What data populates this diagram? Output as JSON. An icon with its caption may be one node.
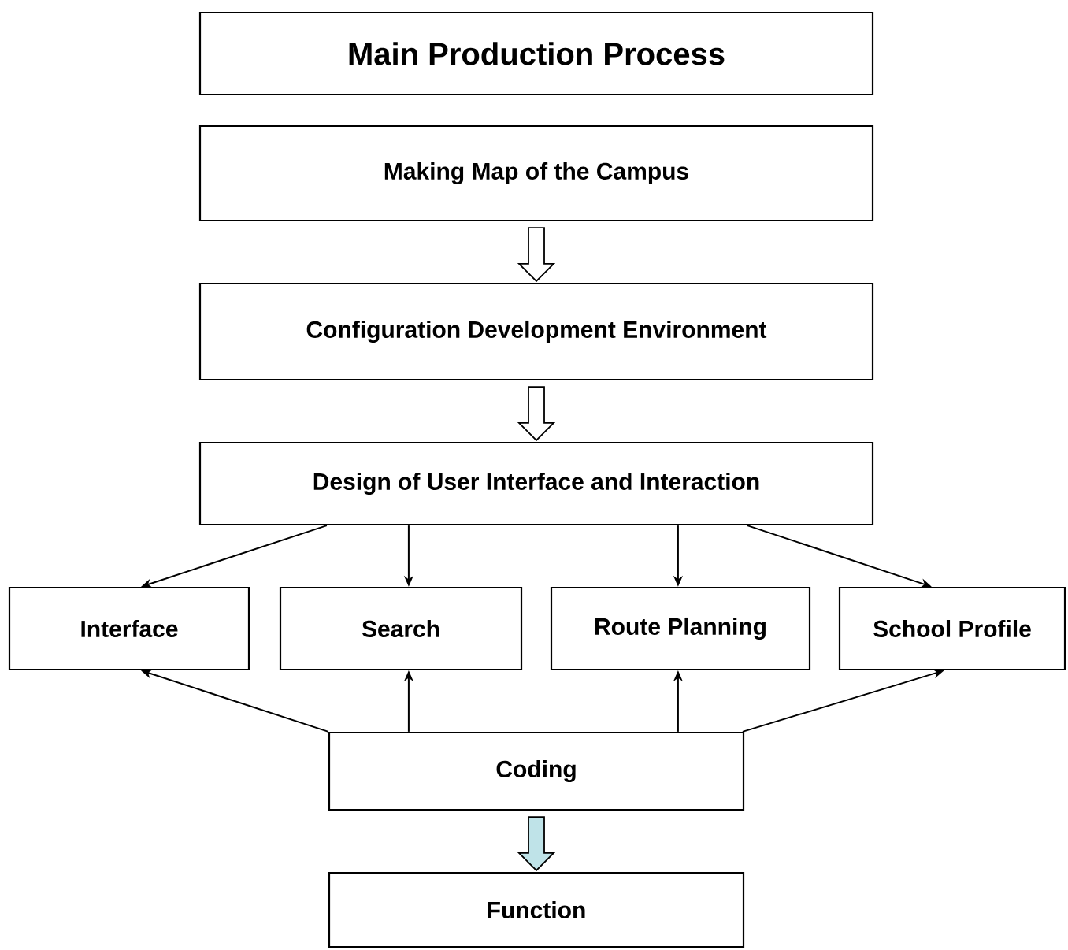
{
  "diagram": {
    "nodes": [
      {
        "text": [
          "Main Production Process"
        ]
      },
      {
        "text": [
          "Making Map of the Campus"
        ]
      },
      {
        "text": [
          "Configuration Development Environment"
        ]
      },
      {
        "text": [
          "Design of User Interface and Interaction"
        ]
      },
      {
        "text": [
          "Interface"
        ]
      },
      {
        "text": [
          "Search"
        ]
      },
      {
        "text": [
          "Route Planning"
        ]
      },
      {
        "text": [
          "School Profile"
        ]
      },
      {
        "text": [
          "Coding"
        ]
      },
      {
        "text": [
          "Function"
        ]
      }
    ],
    "edges": [
      {
        "from": 1,
        "to": 2,
        "arrow": "to",
        "style": "thick"
      },
      {
        "from": 2,
        "to": 3,
        "arrow": "to",
        "style": "thick"
      },
      {
        "from": 3,
        "to": 4,
        "arrow": "to"
      },
      {
        "from": 3,
        "to": 5,
        "arrow": "to"
      },
      {
        "from": 3,
        "to": 6,
        "arrow": "to"
      },
      {
        "from": 3,
        "to": 7,
        "arrow": "to"
      },
      {
        "from": 8,
        "to": 4,
        "arrow": "to"
      },
      {
        "from": 8,
        "to": 5,
        "arrow": "to"
      },
      {
        "from": 8,
        "to": 6,
        "arrow": "to"
      },
      {
        "from": 8,
        "to": 7,
        "arrow": "to"
      },
      {
        "from": 8,
        "to": 9,
        "arrow": "to",
        "style": "thick",
        "color": "#bfe3e8"
      }
    ]
  }
}
